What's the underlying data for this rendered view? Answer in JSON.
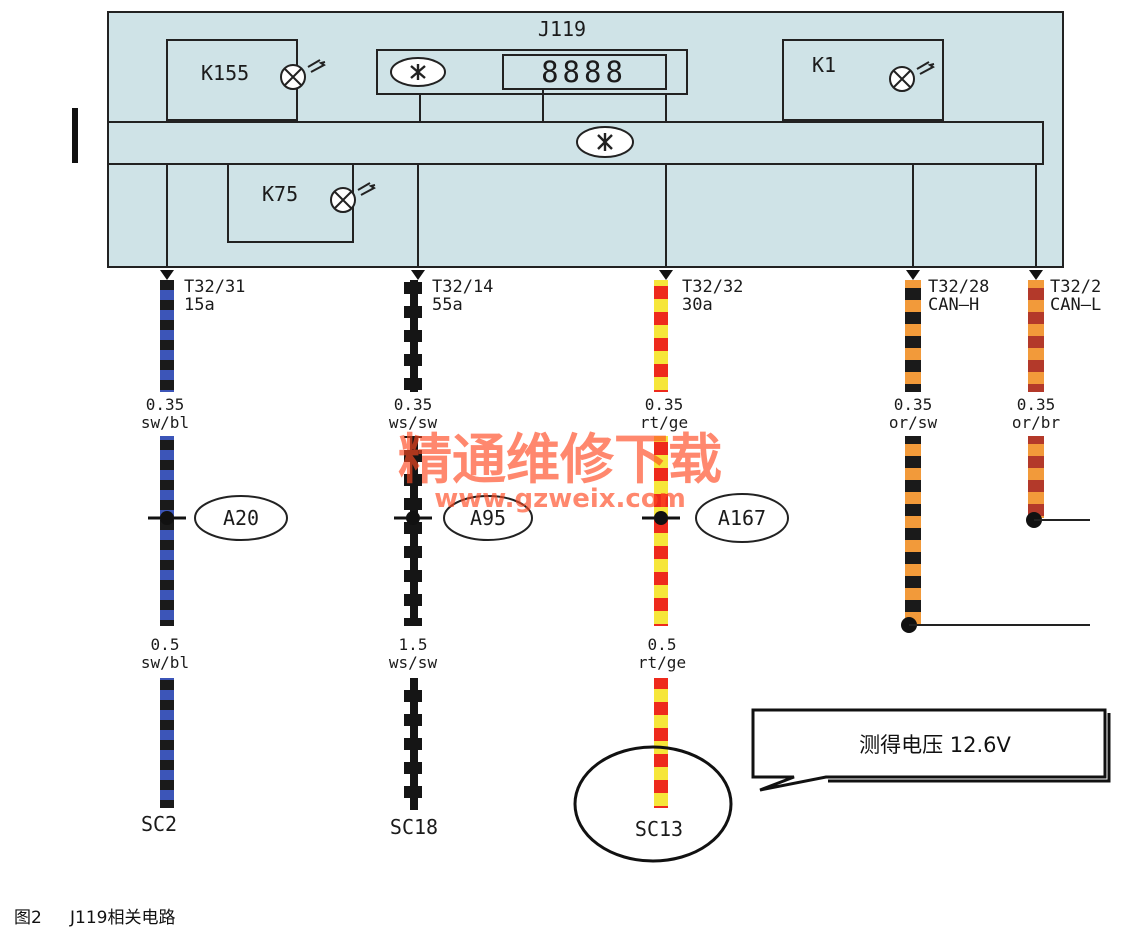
{
  "diagram": {
    "module_name": "J119",
    "display_digits": "8888",
    "lamps": [
      "K155",
      "K1",
      "K75"
    ],
    "pins": [
      {
        "id": "T32/31",
        "function": "15a",
        "upper_wire": {
          "size": "0.35",
          "color_code": "sw/bl"
        },
        "splice": "A20",
        "lower_wire": {
          "size": "0.5",
          "color_code": "sw/bl"
        },
        "terminal": "SC2"
      },
      {
        "id": "T32/14",
        "function": "55a",
        "upper_wire": {
          "size": "0.35",
          "color_code": "ws/sw"
        },
        "splice": "A95",
        "lower_wire": {
          "size": "1.5",
          "color_code": "ws/sw"
        },
        "terminal": "SC18"
      },
      {
        "id": "T32/32",
        "function": "30a",
        "upper_wire": {
          "size": "0.35",
          "color_code": "rt/ge"
        },
        "splice": "A167",
        "lower_wire": {
          "size": "0.5",
          "color_code": "rt/ge"
        },
        "terminal": "SC13"
      },
      {
        "id": "T32/28",
        "function": "CAN—H",
        "upper_wire": {
          "size": "0.35",
          "color_code": "or/sw"
        }
      },
      {
        "id": "T32/2",
        "function": "CAN—L",
        "upper_wire": {
          "size": "0.35",
          "color_code": "or/br"
        }
      }
    ],
    "callout": "测得电压 12.6V",
    "caption_prefix": "图2",
    "caption_text": "J119相关电路",
    "watermark_cn": "精通维修下载",
    "watermark_url": "www.gzweix.com",
    "colors": {
      "panel": "#cfe3e7",
      "blue_stripe": "#3c55b8",
      "red_stripe": "#ee2a1c",
      "yellow_stripe": "#f6e63a",
      "orange_stripe": "#f29a3a",
      "brown_stripe": "#b3392a"
    }
  }
}
